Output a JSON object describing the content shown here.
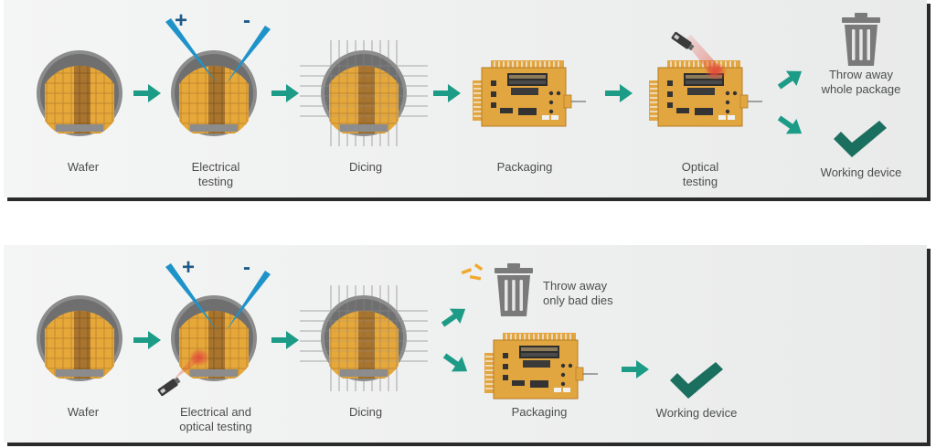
{
  "colors": {
    "panel_bg": "#eeefef",
    "wafer_rim": "#8c8c8c",
    "die_gold": "#e7a83a",
    "die_dark": "#9a6a2a",
    "arrow_teal": "#1c9b87",
    "check_green": "#1b6f5e",
    "probe_blue": "#1e93c9",
    "plus_minus": "#1f5a86",
    "laser_red": "#e24a3c",
    "trash_gray": "#808080",
    "board_gold": "#e2a640"
  },
  "top_flow": {
    "steps": [
      {
        "id": "wafer",
        "lines": [
          "Wafer"
        ]
      },
      {
        "id": "electrical",
        "lines": [
          "Electrical",
          "testing"
        ]
      },
      {
        "id": "dicing",
        "lines": [
          "Dicing"
        ]
      },
      {
        "id": "packaging",
        "lines": [
          "Packaging"
        ]
      },
      {
        "id": "optical",
        "lines": [
          "Optical",
          "testing"
        ]
      }
    ],
    "discard": {
      "lines": [
        "Throw away",
        "whole package"
      ],
      "icon": "trash-can-icon"
    },
    "success": {
      "lines": [
        "Working device"
      ],
      "icon": "check-mark-icon"
    },
    "plus": "+",
    "minus": "-"
  },
  "bottom_flow": {
    "steps": [
      {
        "id": "wafer",
        "lines": [
          "Wafer"
        ]
      },
      {
        "id": "electrical_optical",
        "lines": [
          "Electrical and",
          "optical testing"
        ]
      },
      {
        "id": "dicing",
        "lines": [
          "Dicing"
        ]
      },
      {
        "id": "packaging",
        "lines": [
          "Packaging"
        ]
      }
    ],
    "discard": {
      "lines": [
        "Throw away",
        "only bad dies"
      ],
      "icon": "trash-can-icon"
    },
    "success": {
      "lines": [
        "Working device"
      ],
      "icon": "check-mark-icon"
    },
    "plus": "+",
    "minus": "-"
  }
}
